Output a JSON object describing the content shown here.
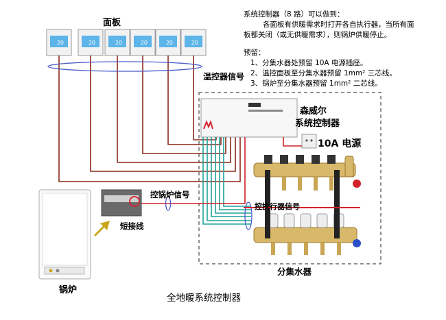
{
  "labels": {
    "panel": "面板",
    "thermostat_signal": "温控器信号",
    "brand_line1": "森威尔",
    "brand_line2": "系统控制器",
    "power": "10A 电源",
    "boiler_signal": "控锅炉信号",
    "actuator_signal": "控执行器信号",
    "short_wire": "短接线",
    "manifold": "分集水器",
    "boiler": "锅炉",
    "bottom_title": "全地暖系统控制器"
  },
  "thermostat": {
    "count": 6,
    "reading": "20"
  },
  "info": {
    "heading": "系统控制器（8 路）可以做到：",
    "line1": "各面板有供暖需求时打开各自执行器，当所有面",
    "line2": "板都关闭（或无供暖需求），则锅炉供暖停止。",
    "prep_title": "预留：",
    "prep1": "1、分集水器处预留 10A 电源插座。",
    "prep2": "2、温控面板至分集水器预留 1mm² 三芯线。",
    "prep3": "3、锅炉至分集水器预留 1mm² 二芯线。"
  },
  "colors": {
    "thermostat_wire": "#8b2a1a",
    "actuator_wire": "#1fa29a",
    "signal_wire": "#d4202a",
    "loop": "#4a5cc8",
    "arrow": "#c9a51c",
    "dashed_box": "#222222"
  }
}
